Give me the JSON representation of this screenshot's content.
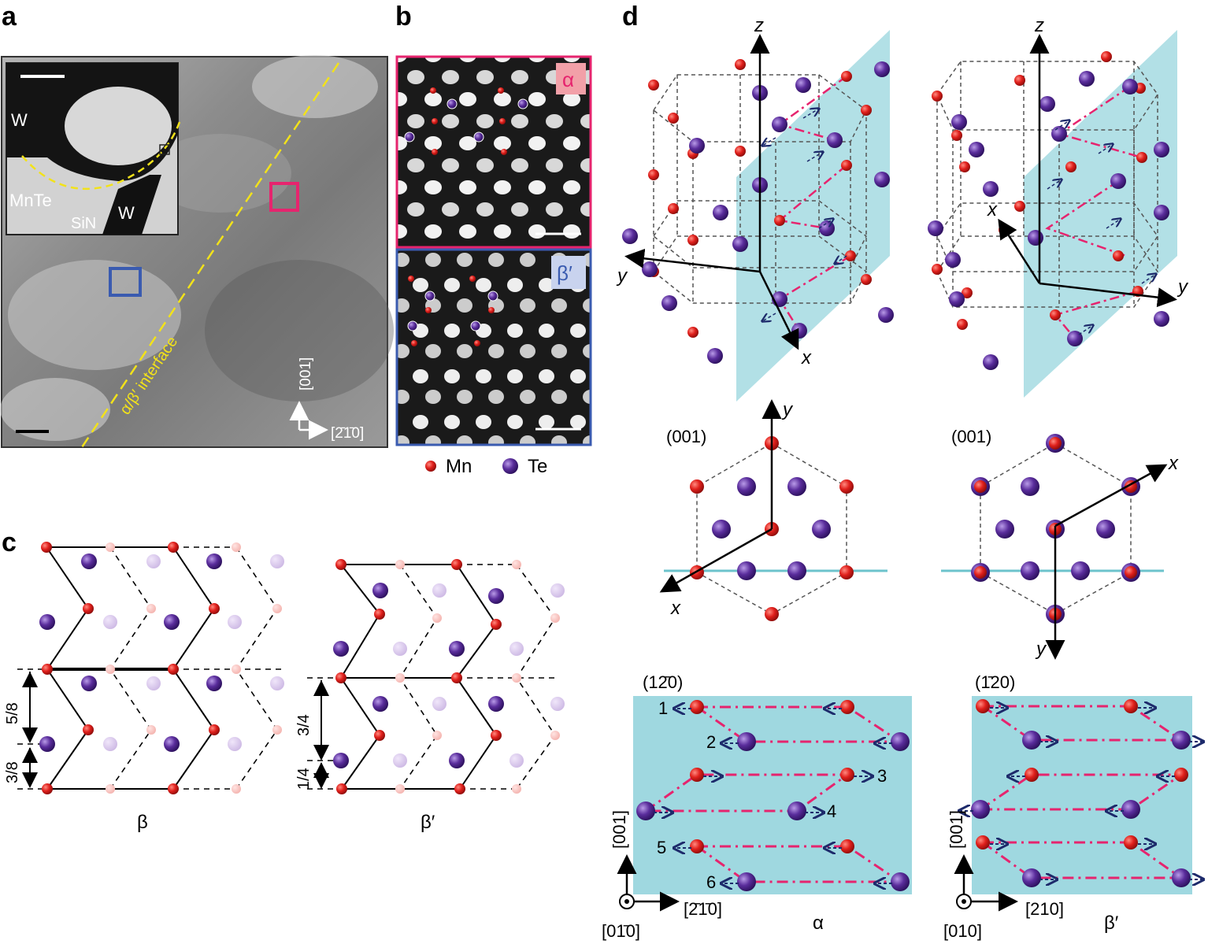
{
  "panel_labels": {
    "a": "a",
    "b": "b",
    "c": "c",
    "d": "d"
  },
  "panel_a": {
    "inset": {
      "w_top": "W",
      "mnte": "MnTe",
      "sin": "SiN",
      "w_bottom": "W"
    },
    "interface_label": "α/β′ interface",
    "axis_vertical": "[001]",
    "axis_horizontal": "[2̄1̄0]"
  },
  "panel_b": {
    "alpha_badge": "α",
    "beta_badge": "β′",
    "legend": {
      "mn": "Mn",
      "te": "Te"
    }
  },
  "panel_c": {
    "beta_caption": "β",
    "beta_prime_caption": "β′",
    "beta_fractions": [
      "5/8",
      "3/8"
    ],
    "beta_prime_fractions": [
      "3/4",
      "1/4"
    ]
  },
  "panel_d": {
    "axes_3d_left": {
      "z": "z",
      "y": "y",
      "x": "x"
    },
    "axes_3d_right": {
      "z": "z",
      "x": "x",
      "y": "y"
    },
    "plane_label_left": "(001)",
    "plane_label_right": "(001)",
    "axes_2d_left": {
      "y": "y",
      "x": "x"
    },
    "axes_2d_right": {
      "x": "x",
      "y": "y"
    },
    "bottom_left_plane": "(12̄0)",
    "bottom_right_plane": "(1̄20)",
    "layer_numbers": [
      "1",
      "2",
      "3",
      "4",
      "5",
      "6"
    ],
    "left_dir_vertical": "[001]",
    "left_dir_horizontal": "[2̄1̄0]",
    "left_dir_out": "[01̄0]",
    "right_dir_vertical": "[001]",
    "right_dir_horizontal": "[210]",
    "right_dir_out": "[010]",
    "caption_alpha": "α",
    "caption_beta_prime": "β′"
  },
  "colors": {
    "mn": "#e0201c",
    "te": "#5a2d9c",
    "plane": "#9fd8e0",
    "pink_line": "#e6246e",
    "alpha_box": "#e6246e",
    "beta_box": "#3a5bb0",
    "interface": "#f2e21a"
  }
}
